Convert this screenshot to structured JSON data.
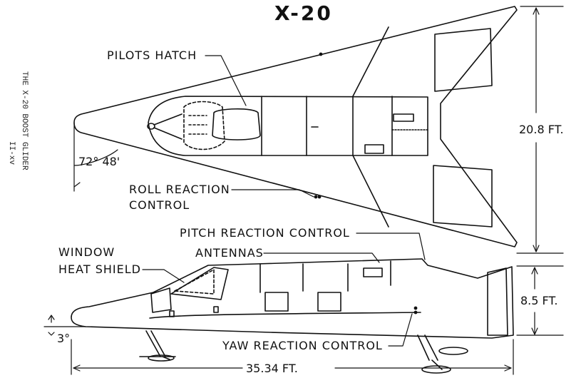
{
  "title": "X-20",
  "margin_caption": {
    "line1": "THE X-20 BOOST GLIDER",
    "line2": "II-xv"
  },
  "labels": {
    "pilots_hatch": "PILOTS HATCH",
    "roll_line1": "ROLL REACTION",
    "roll_line2": "CONTROL",
    "pitch": "PITCH REACTION CONTROL",
    "antennas": "ANTENNAS",
    "window_line1": "WINDOW",
    "window_line2": "HEAT SHIELD",
    "yaw": "YAW REACTION CONTROL"
  },
  "dimensions": {
    "span": "20.8 FT.",
    "height": "8.5 FT.",
    "length": "35.34 FT.",
    "sweep_angle": "72° 48'",
    "nose_angle": "3°"
  }
}
